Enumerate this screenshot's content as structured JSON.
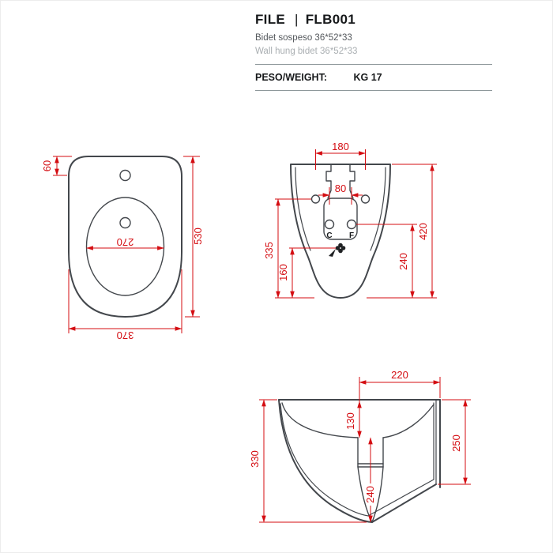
{
  "header": {
    "title_left": "FILE",
    "separator": "|",
    "title_right": "FLB001",
    "subtitle_it": "Bidet sospeso 36*52*33",
    "subtitle_en": "Wall hung bidet 36*52*33",
    "weight_label": "PESO/WEIGHT:",
    "weight_value": "KG 17"
  },
  "colors": {
    "dimension_red": "#d40d12",
    "outline_gray": "#43474c",
    "text_dark": "#17191b",
    "text_gray": "#a9aeb1"
  },
  "top_view": {
    "dims": {
      "hole_offset": "60",
      "depth": "530",
      "bowl_width": "270",
      "width": "370"
    }
  },
  "front_view": {
    "dims": {
      "mount_width": "180",
      "tap_spacing": "80",
      "mount_height": "335",
      "drain_height": "160",
      "tap_height": "240",
      "total_height": "420"
    },
    "labels": {
      "hot": "C",
      "cold": "F"
    }
  },
  "side_view": {
    "dims": {
      "top_depth": "220",
      "drain_offset": "130",
      "rear_height": "250",
      "front_height": "330",
      "drain_drop": "240"
    }
  }
}
